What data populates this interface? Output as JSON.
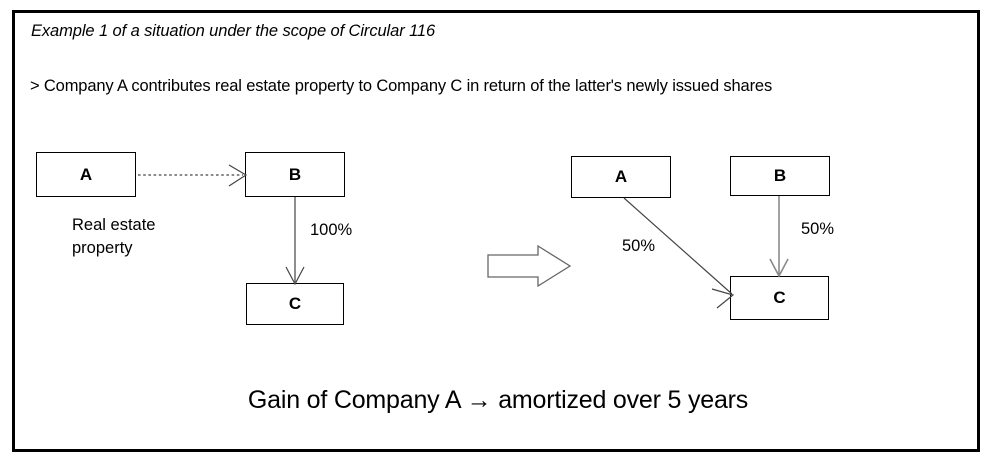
{
  "slide": {
    "title": "Example 1 of a situation under the scope of Circular 116",
    "bullet": "> Company A contributes real estate property to Company C in return of the latter's newly issued shares",
    "caption": "Gain of Company A → amortized over 5 years"
  },
  "diagram_left": {
    "nodes": [
      {
        "id": "left-a",
        "label": "A"
      },
      {
        "id": "left-b",
        "label": "B"
      },
      {
        "id": "left-c",
        "label": "C"
      }
    ],
    "annotation": "Real estate\nproperty",
    "edges": [
      {
        "from": "A",
        "to": "B",
        "style": "dashed",
        "label": ""
      },
      {
        "from": "B",
        "to": "C",
        "style": "solid",
        "label": "100%"
      }
    ]
  },
  "transform_arrow": {
    "icon": "block-arrow-right-icon"
  },
  "diagram_right": {
    "nodes": [
      {
        "id": "right-a",
        "label": "A"
      },
      {
        "id": "right-b",
        "label": "B"
      },
      {
        "id": "right-c",
        "label": "C"
      }
    ],
    "edges": [
      {
        "from": "A",
        "to": "C",
        "style": "solid",
        "label": "50%"
      },
      {
        "from": "B",
        "to": "C",
        "style": "solid",
        "label": "50%"
      }
    ]
  },
  "colors": {
    "frame": "#000000",
    "text": "#000000",
    "node_border": "#000000",
    "connector": "#333333",
    "connector_gray": "#808080",
    "background": "#ffffff"
  }
}
